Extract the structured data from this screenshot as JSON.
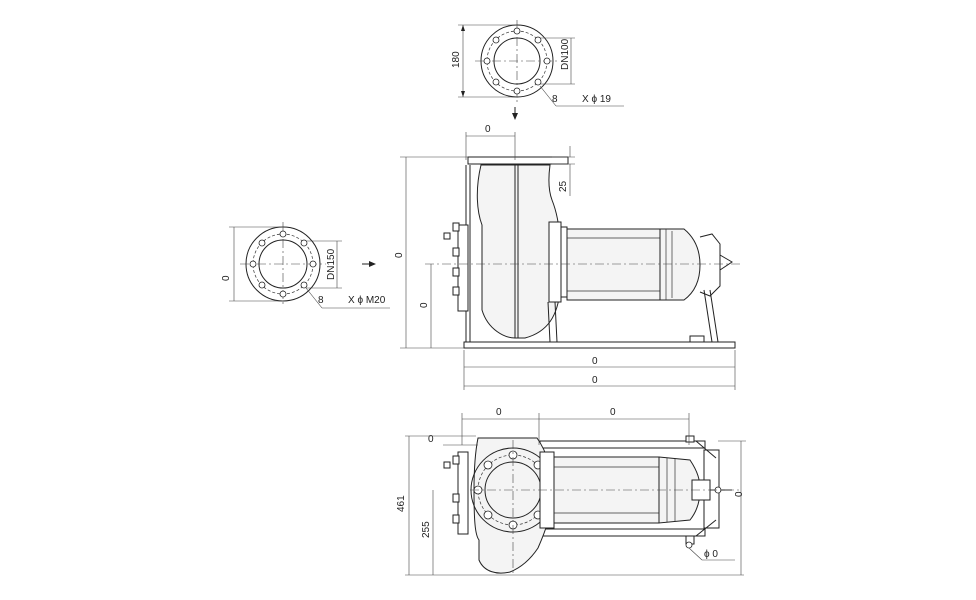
{
  "top_flange": {
    "height_dim": "180",
    "nominal_diameter": "DN100",
    "bolt_count": "8",
    "bolt_spec": "X ϕ 19"
  },
  "side_flange": {
    "height_dim": "0",
    "nominal_diameter": "DN150",
    "bolt_count": "8",
    "bolt_spec": "X ϕ M20"
  },
  "side_view": {
    "discharge_offset": "0",
    "flange_thickness": "25",
    "total_height": "0",
    "shaft_height": "0",
    "base_length": "0",
    "overall_length": "0"
  },
  "top_view": {
    "inlet_offset": "0",
    "frame_length": "0",
    "edge_offset": "0",
    "overall_width": "461",
    "axis_offset": "255",
    "frame_width": "0",
    "anchor_hole": "ϕ 0"
  }
}
